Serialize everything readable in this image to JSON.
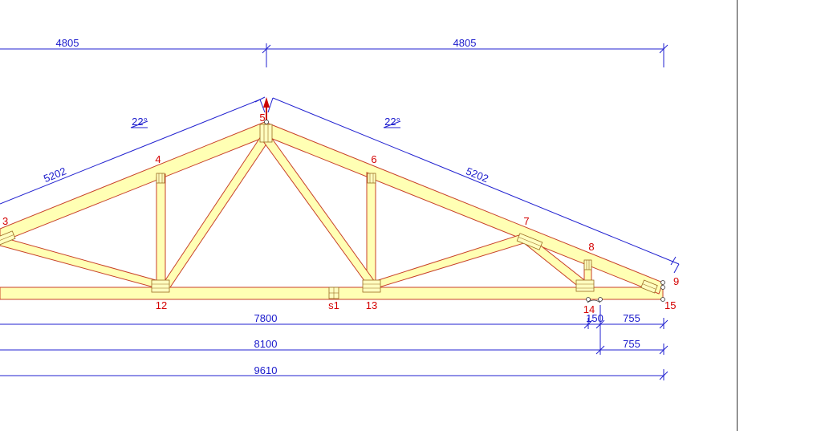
{
  "dimensions": {
    "top_left": "4805",
    "top_right": "4805",
    "slope_left": "5202",
    "slope_right": "5202",
    "angle_left": "22°",
    "angle_right": "22°",
    "bottom_span": "7800",
    "bottom_offset_a": "150",
    "bottom_overhang_a": "755",
    "mid_span": "8100",
    "mid_overhang": "755",
    "overall": "9610"
  },
  "nodes": {
    "n3": "3",
    "n4": "4",
    "n5": "5",
    "n6": "6",
    "n7": "7",
    "n8": "8",
    "n9": "9",
    "n12": "12",
    "n13": "13",
    "n14": "14",
    "n15": "15",
    "s1": "s1"
  },
  "colors": {
    "timber_fill": "#ffffb4",
    "timber_edge": "#c84028",
    "dimension": "#2020d0",
    "node_label": "#d40000",
    "load_arrow": "#cc0000"
  }
}
